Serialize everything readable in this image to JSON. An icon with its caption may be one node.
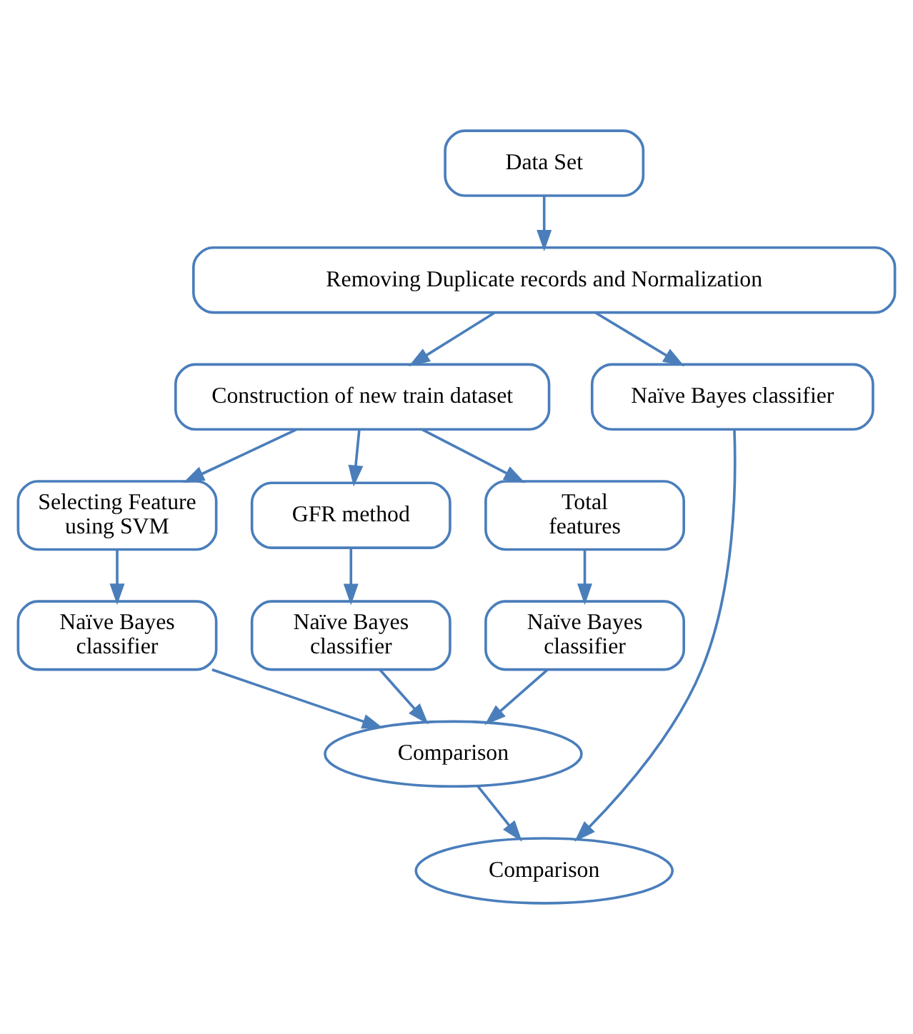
{
  "diagram": {
    "nodes": [
      {
        "text": [
          "Data Set"
        ]
      },
      {
        "text": [
          "Removing Duplicate records and Normalization"
        ]
      },
      {
        "text": [
          "Construction of new train dataset"
        ]
      },
      {
        "text": [
          "Naïve Bayes classifier"
        ]
      },
      {
        "text": [
          "Selecting Feature using SVM"
        ]
      },
      {
        "text": [
          "GFR method"
        ]
      },
      {
        "text": [
          "Total features"
        ]
      },
      {
        "text": [
          "Naïve Bayes classifier"
        ]
      },
      {
        "text": [
          "Naïve Bayes classifier"
        ]
      },
      {
        "text": [
          "Naïve Bayes classifier"
        ]
      },
      {
        "text": [
          "Comparison"
        ]
      },
      {
        "text": [
          "Comparison"
        ]
      }
    ],
    "edges": [
      {
        "from": 0,
        "to": 1,
        "arrow": "to"
      },
      {
        "from": 1,
        "to": 2,
        "arrow": "to"
      },
      {
        "from": 1,
        "to": 3,
        "arrow": "to"
      },
      {
        "from": 2,
        "to": 4,
        "arrow": "to"
      },
      {
        "from": 2,
        "to": 5,
        "arrow": "to"
      },
      {
        "from": 2,
        "to": 6,
        "arrow": "to"
      },
      {
        "from": 4,
        "to": 7,
        "arrow": "to"
      },
      {
        "from": 5,
        "to": 8,
        "arrow": "to"
      },
      {
        "from": 6,
        "to": 9,
        "arrow": "to"
      },
      {
        "from": 7,
        "to": 10,
        "arrow": "to"
      },
      {
        "from": 8,
        "to": 10,
        "arrow": "to"
      },
      {
        "from": 9,
        "to": 10,
        "arrow": "to"
      },
      {
        "from": 10,
        "to": 11,
        "arrow": "to"
      },
      {
        "from": 3,
        "to": 11,
        "arrow": "to"
      }
    ]
  }
}
